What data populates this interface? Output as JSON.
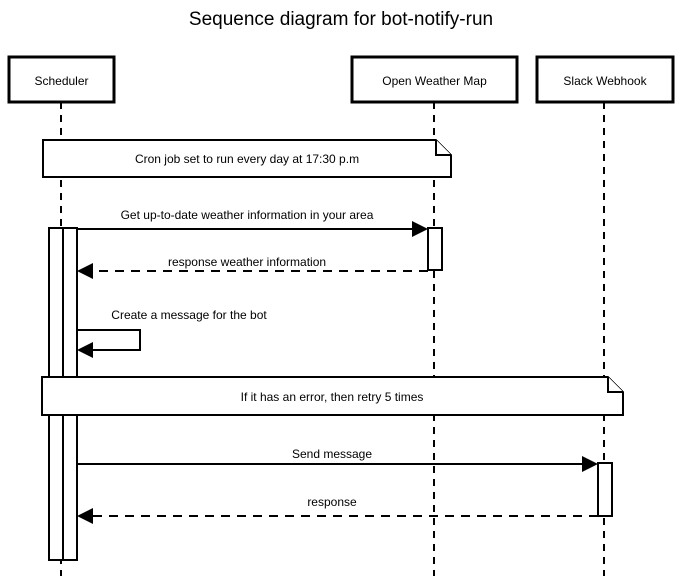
{
  "diagram": {
    "title": "Sequence diagram for bot-notify-run",
    "type": "sequence-diagram",
    "background_color": "#ffffff",
    "line_color": "#000000",
    "participants": [
      {
        "id": "scheduler",
        "label": "Scheduler"
      },
      {
        "id": "open_weather_map",
        "label": "Open Weather Map"
      },
      {
        "id": "slack_webhook",
        "label": "Slack Webhook"
      }
    ],
    "notes": [
      {
        "id": "note-cron",
        "text": "Cron job set to run every day at 17:30 p.m",
        "spans": [
          "scheduler",
          "open_weather_map"
        ]
      },
      {
        "id": "note-retry",
        "text": "If it has an error, then retry 5 times",
        "spans": [
          "scheduler",
          "slack_webhook"
        ]
      }
    ],
    "messages": [
      {
        "id": "msg-get-weather",
        "label": "Get up-to-date weather information in your area",
        "from": "scheduler",
        "to": "open_weather_map",
        "style": "solid",
        "direction": "right"
      },
      {
        "id": "msg-response-weather",
        "label": "response weather information",
        "from": "open_weather_map",
        "to": "scheduler",
        "style": "dashed",
        "direction": "left"
      },
      {
        "id": "msg-create-message",
        "label": "Create a message for the bot",
        "from": "scheduler",
        "to": "scheduler",
        "style": "solid",
        "direction": "self"
      },
      {
        "id": "msg-send-message",
        "label": "Send message",
        "from": "scheduler",
        "to": "slack_webhook",
        "style": "solid",
        "direction": "right"
      },
      {
        "id": "msg-response",
        "label": "response",
        "from": "slack_webhook",
        "to": "scheduler",
        "style": "dashed",
        "direction": "left"
      }
    ]
  }
}
